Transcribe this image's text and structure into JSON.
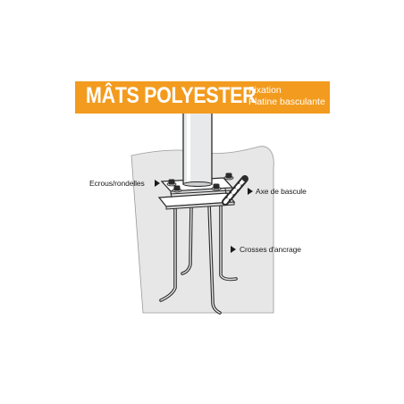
{
  "banner": {
    "title": "MÂTS POLYESTER",
    "subtitle_line1": "Fixation",
    "subtitle_line2": "Platine basculante",
    "color": "#f39b1e"
  },
  "labels": {
    "ecrous": "Ecrous/rondelles",
    "axe": "Axe de bascule",
    "crosses": "Crosses d'ancrage"
  },
  "colors": {
    "ground": "#e7e7e8",
    "pole": "#e8e9ea",
    "outline": "#2a2a2a",
    "text": "#1a1a1a"
  },
  "icons": {
    "pointer": "triangle-arrow-icon"
  }
}
